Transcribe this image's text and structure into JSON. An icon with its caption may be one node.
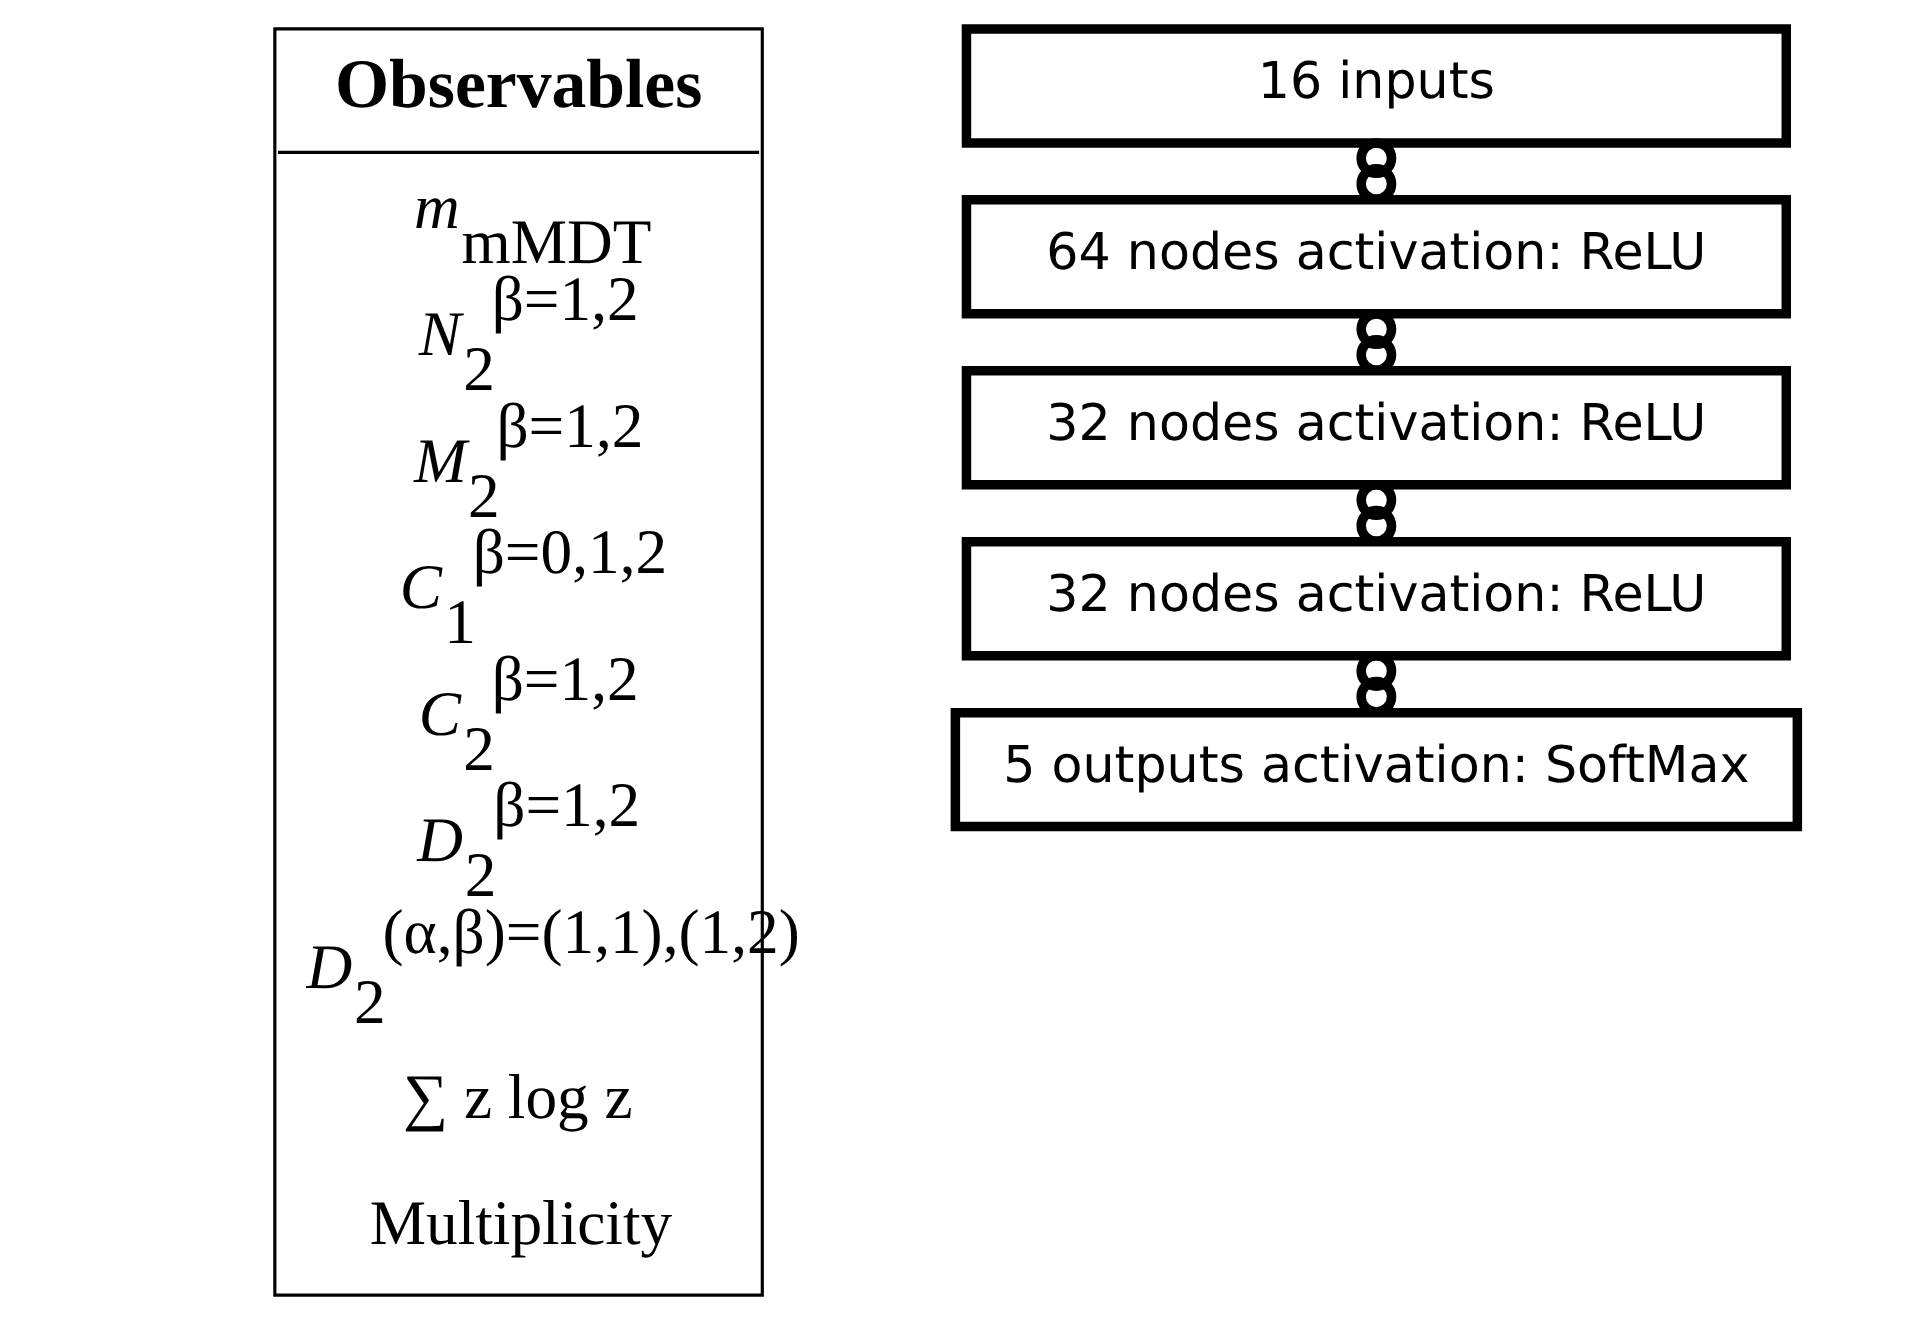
{
  "diagram": {
    "nodes": [
      {
        "text": [
          "Observables",
          "*m*$_{mMDT}$",
          "*N*$_{2}$$^{β=1,2}$",
          "*M*$_{2}$$^{β=1,2}$",
          "*C*$_{1}$$^{β=0,1,2}$",
          "*C*$_{2}$$^{β=1,2}$",
          "*D*$_{2}$$^{β=1,2}$",
          "*D*$_{2}$$^{(α,β)=(1,1),(1,2)}$",
          "∑ z log z",
          "Multiplicity"
        ]
      },
      {
        "text": [
          "16 inputs"
        ]
      },
      {
        "text": [
          "64 nodes activation: ReLU"
        ]
      },
      {
        "text": [
          "32 nodes activation: ReLU"
        ]
      },
      {
        "text": [
          "32 nodes activation: ReLU"
        ]
      },
      {
        "text": [
          "5 outputs activation: SoftMax"
        ]
      }
    ],
    "edges": [
      {
        "from": 1,
        "to": 2,
        "arrow": "other"
      },
      {
        "from": 2,
        "to": 3,
        "arrow": "other"
      },
      {
        "from": 3,
        "to": 4,
        "arrow": "other"
      },
      {
        "from": 4,
        "to": 5,
        "arrow": "other"
      }
    ]
  }
}
